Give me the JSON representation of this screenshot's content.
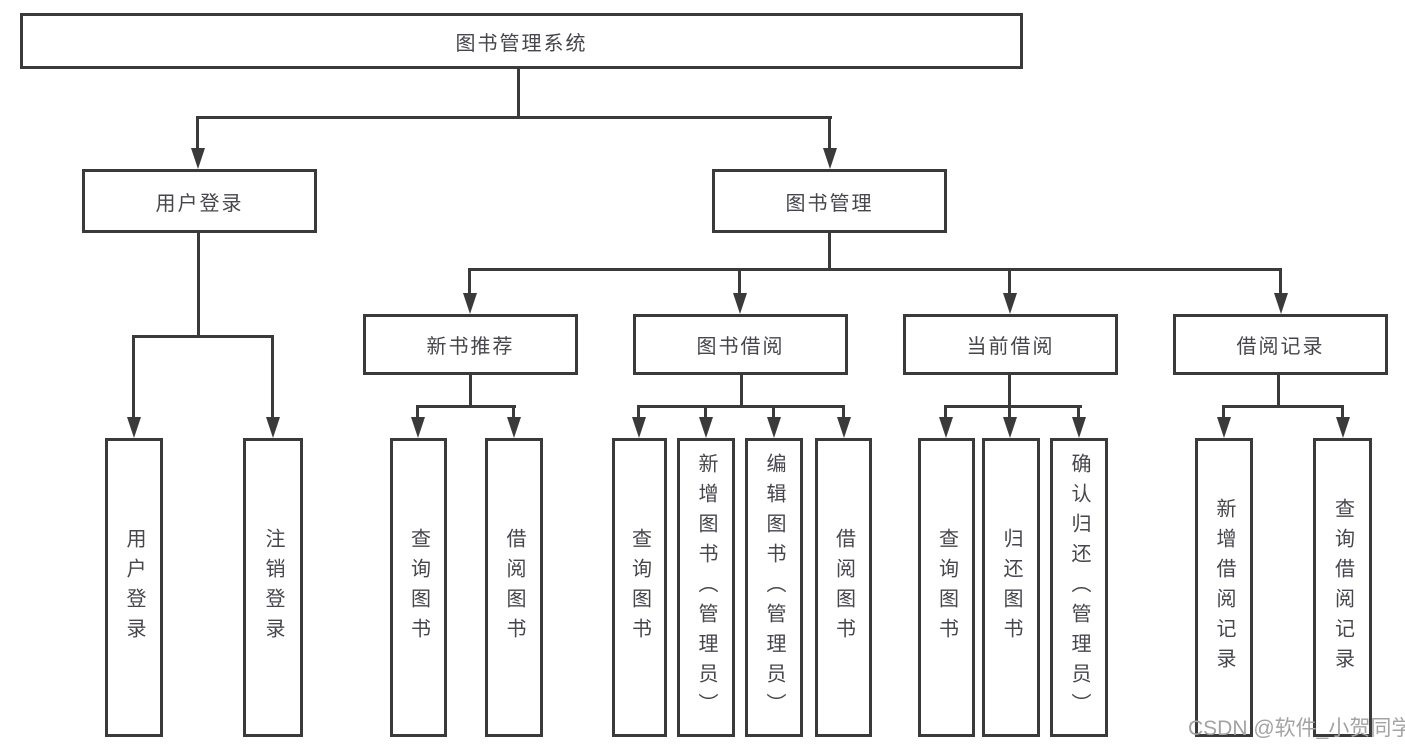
{
  "diagram": {
    "root": {
      "label": "图书管理系统"
    },
    "level2": {
      "user_login": {
        "label": "用户登录"
      },
      "book_management": {
        "label": "图书管理"
      }
    },
    "level3": {
      "new_book_rec": {
        "label": "新书推荐"
      },
      "book_borrow": {
        "label": "图书借阅"
      },
      "current_borrow": {
        "label": "当前借阅"
      },
      "borrow_records": {
        "label": "借阅记录"
      }
    },
    "leaves": {
      "user_login": {
        "label": "用户登录"
      },
      "logout": {
        "label": "注销登录"
      },
      "nbr_query_book": {
        "label": "查询图书"
      },
      "nbr_borrow_book": {
        "label": "借阅图书"
      },
      "bb_query_book": {
        "label": "查询图书"
      },
      "bb_add_book": {
        "label": "新增图书（管理员）"
      },
      "bb_edit_book": {
        "label": "编辑图书（管理员）"
      },
      "bb_borrow_book": {
        "label": "借阅图书"
      },
      "cb_query_book": {
        "label": "查询图书"
      },
      "cb_return_book": {
        "label": "归还图书"
      },
      "cb_confirm_return": {
        "label": "确认归还（管理员）"
      },
      "br_add_record": {
        "label": "新增借阅记录"
      },
      "br_query_record": {
        "label": "查询借阅记录"
      }
    }
  },
  "watermark": {
    "text": "CSDN @软件_小贺同学"
  },
  "colors": {
    "line": "#3a3a3a",
    "text": "#46464c",
    "watermark": "#a3a3a3",
    "background": "#ffffff"
  }
}
